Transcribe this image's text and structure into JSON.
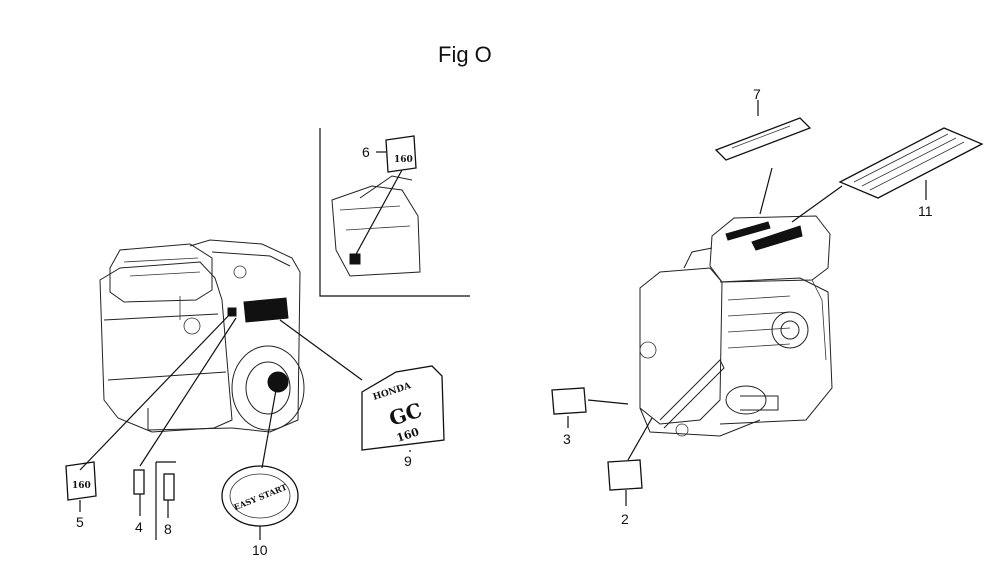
{
  "title": "Fig O",
  "callouts": {
    "c2": "2",
    "c3": "3",
    "c4": "4",
    "c5": "5",
    "c6": "6",
    "c7": "7",
    "c8": "8",
    "c9": "9",
    "c10": "10",
    "c11": "11"
  },
  "decals": {
    "brand": "HONDA",
    "model_code": "GC",
    "displacement": "160",
    "easy_start": "EASY START"
  }
}
